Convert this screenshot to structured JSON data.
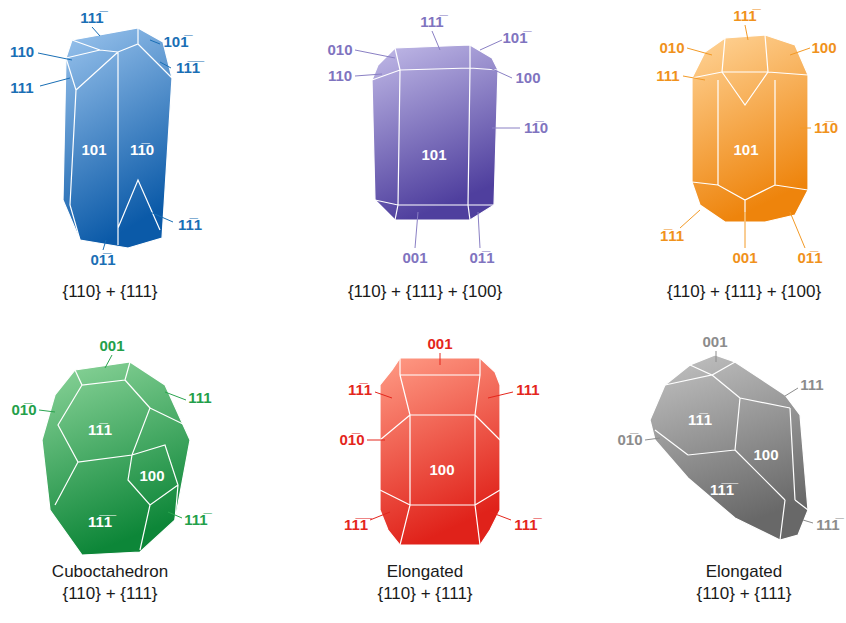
{
  "diagram": {
    "labels": [
      "111̅",
      "110",
      "101̅",
      "11̅1̅",
      "111",
      "101",
      "11̅0",
      "11̅1",
      "01̅1",
      "{110} + {111}",
      "111̅",
      "010",
      "101̅",
      "110",
      "100",
      "101",
      "11̅0",
      "001",
      "01̅1",
      "{110} + {111} + {100}",
      "111̅",
      "010",
      "100",
      "111",
      "11̅0",
      "101",
      "1̅11",
      "001",
      "01̅1",
      "{110} + {111} + {100}",
      "001",
      "111",
      "01̅0",
      "11̅1",
      "100",
      "11̅1̅",
      "111̅",
      "Cuboctahedron",
      "{110} + {111}",
      "001",
      "11̅1",
      "111",
      "01̅0",
      "100",
      "11̅1̅",
      "111̅",
      "Elongated",
      "{110} + {111}",
      "001",
      "111",
      "01̅0",
      "11̅1",
      "100",
      "11̅1̅",
      "111̅",
      "Elongated",
      "{110} + {111}"
    ]
  }
}
